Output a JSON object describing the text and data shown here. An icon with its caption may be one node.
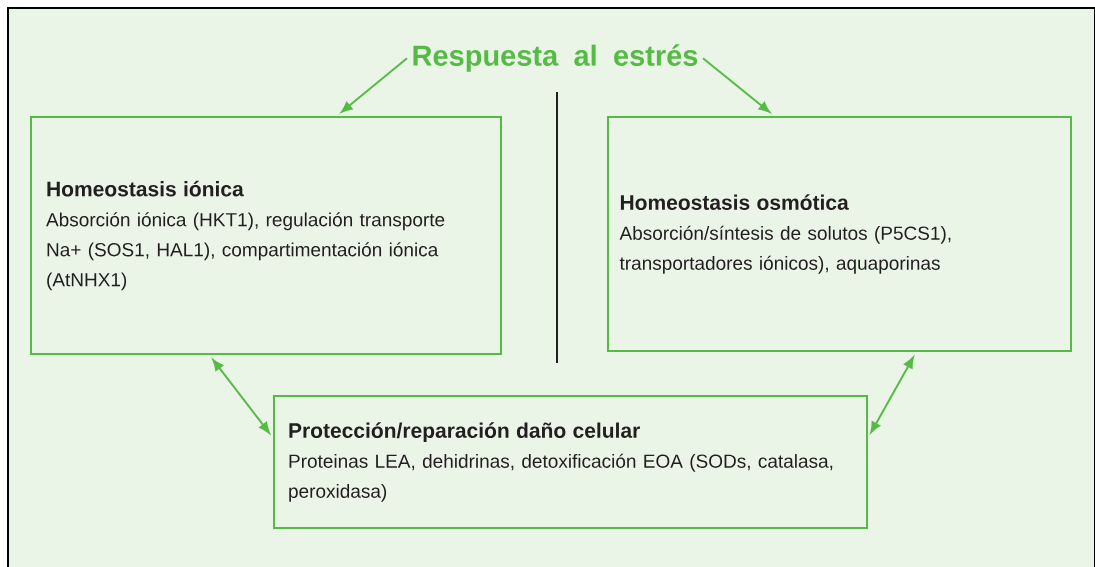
{
  "diagram": {
    "nodes": [
      {
        "text": [
          "Respuesta al estrés"
        ]
      },
      {
        "text": [
          "Homeostasis iónica",
          "Absorción iónica (HKT1), regulación transporte Na+ (SOS1, HAL1), compartimentación iónica (AtNHX1)"
        ]
      },
      {
        "text": [
          "Homeostasis osmótica",
          "Absorción/síntesis de solutos (P5CS1), transportadores iónicos), aquaporinas"
        ]
      },
      {
        "text": [
          "Protección/reparación daño celular",
          "Proteinas LEA, dehidrinas, detoxificación EOA (SODs, catalasa, peroxidasa)"
        ]
      }
    ],
    "edges": [
      {
        "from": 0,
        "to": 1,
        "arrow": "to"
      },
      {
        "from": 0,
        "to": 2,
        "arrow": "to"
      },
      {
        "from": 1,
        "to": 3,
        "arrow": "both"
      },
      {
        "from": 2,
        "to": 3,
        "arrow": "both"
      }
    ]
  }
}
